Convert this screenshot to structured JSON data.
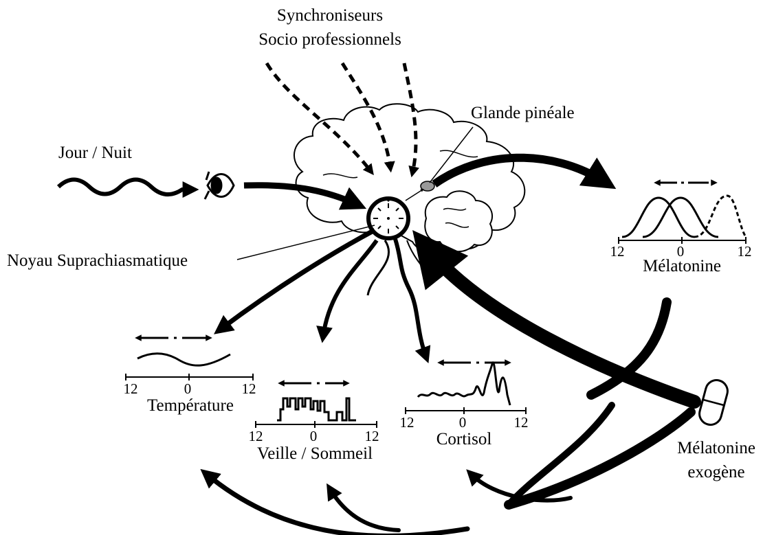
{
  "labels": {
    "synchro_line1": "Synchroniseurs",
    "synchro_line2": "Socio professionnels",
    "jour_nuit": "Jour / Nuit",
    "glande_pineale": "Glande pinéale",
    "noyau": "Noyau Suprachiasmatique",
    "melatonine": "Mélatonine",
    "temperature": "Température",
    "veille_sommeil": "Veille / Sommeil",
    "cortisol": "Cortisol",
    "exogene_line1": "Mélatonine",
    "exogene_line2": "exogène"
  },
  "axes": {
    "melatonine": [
      "12",
      "0",
      "12"
    ],
    "temperature": [
      "12",
      "0",
      "12"
    ],
    "veille_sommeil": [
      "12",
      "0",
      "12"
    ],
    "cortisol": [
      "12",
      "0",
      "12"
    ]
  }
}
